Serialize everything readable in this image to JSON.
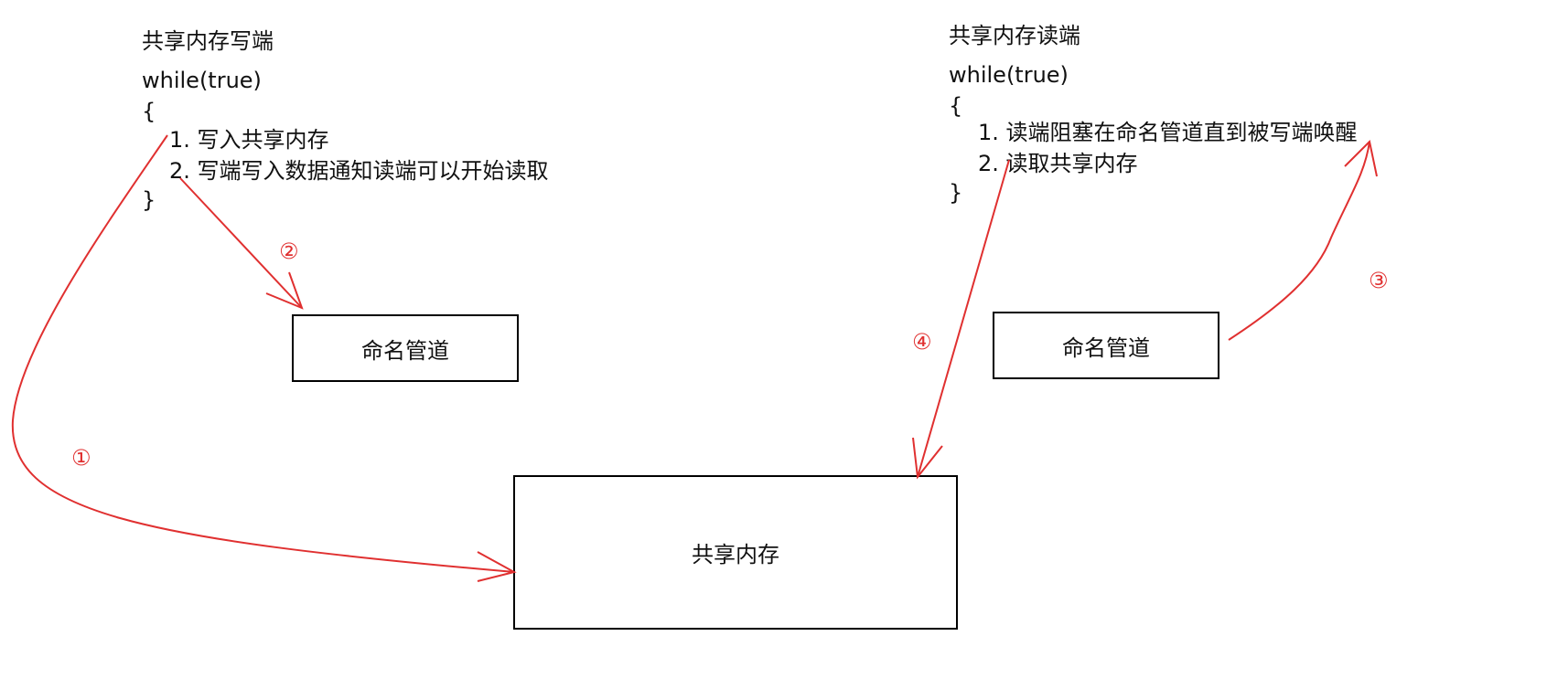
{
  "writer": {
    "title": "共享内存写端",
    "loop_head": "while(true)",
    "open_brace": "{",
    "step1": "1. 写入共享内存",
    "step2": "2. 写端写入数据通知读端可以开始读取",
    "close_brace": "}"
  },
  "reader": {
    "title": "共享内存读端",
    "loop_head": "while(true)",
    "open_brace": "{",
    "step1": "1. 读端阻塞在命名管道直到被写端唤醒",
    "step2": "2. 读取共享内存",
    "close_brace": "}"
  },
  "boxes": {
    "pipe_left": "命名管道",
    "pipe_right": "命名管道",
    "shared_memory": "共享内存"
  },
  "markers": {
    "m1": "①",
    "m2": "②",
    "m3": "③",
    "m4": "④"
  },
  "colors": {
    "arrow": "#e03030",
    "box_border": "#000000",
    "text": "#111111"
  }
}
